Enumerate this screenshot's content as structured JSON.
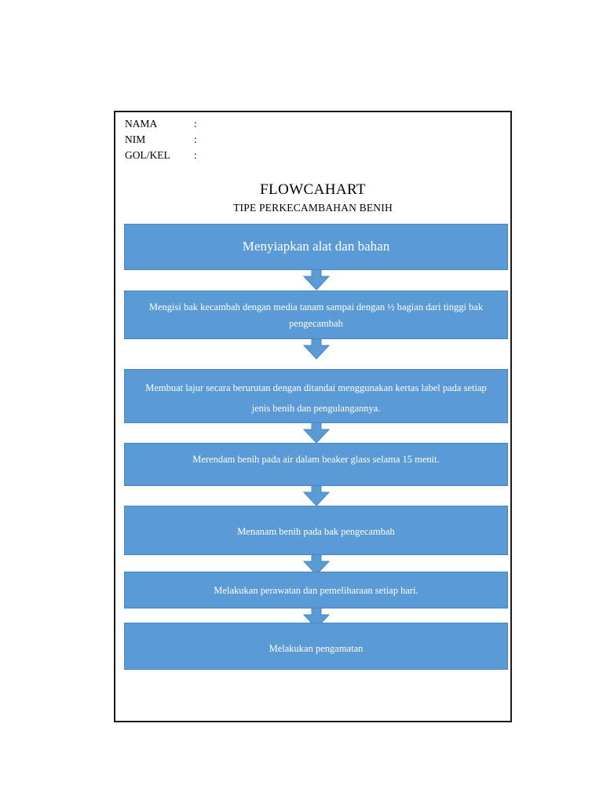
{
  "document": {
    "header_fields": [
      {
        "label": "NAMA",
        "separator": ":",
        "value": ""
      },
      {
        "label": "NIM",
        "separator": ":",
        "value": ""
      },
      {
        "label": "GOL/KEL",
        "separator": ":",
        "value": ""
      }
    ],
    "title": "FLOWCAHART",
    "subtitle": "TIPE PERKECAMBAHAN BENIH"
  },
  "colors": {
    "box_fill": "#5B9BD5",
    "box_border": "#4587C4",
    "arrow_fill": "#5B9BD5",
    "arrow_border": "#4587C4",
    "box_text": "#FFFFFF",
    "page_border": "#1A1A1A",
    "page_background": "#FFFFFF"
  },
  "flowchart": {
    "orientation": "vertical-top-to-bottom",
    "arrow_icon": "arrow-down-icon",
    "steps": [
      {
        "index": 1,
        "text": "Menyiapkan alat dan bahan"
      },
      {
        "index": 2,
        "text": "Mengisi bak kecambah dengan media tanam sampai dengan ½ bagian dari tinggi bak pengecambah"
      },
      {
        "index": 3,
        "text": "Membuat  lajur secara berurutan dengan ditandai menggunakan kertas label  pada setiap jenis benih dan pengulangannya."
      },
      {
        "index": 4,
        "text": "Merendam benih pada air dalam beaker glass selama 15 menit."
      },
      {
        "index": 5,
        "text": "Menanam benih pada bak pengecambah"
      },
      {
        "index": 6,
        "text": "Melakukan perawatan dan pemeliharaan setiap hari."
      },
      {
        "index": 7,
        "text": "Melakukan pengamatan"
      }
    ]
  }
}
